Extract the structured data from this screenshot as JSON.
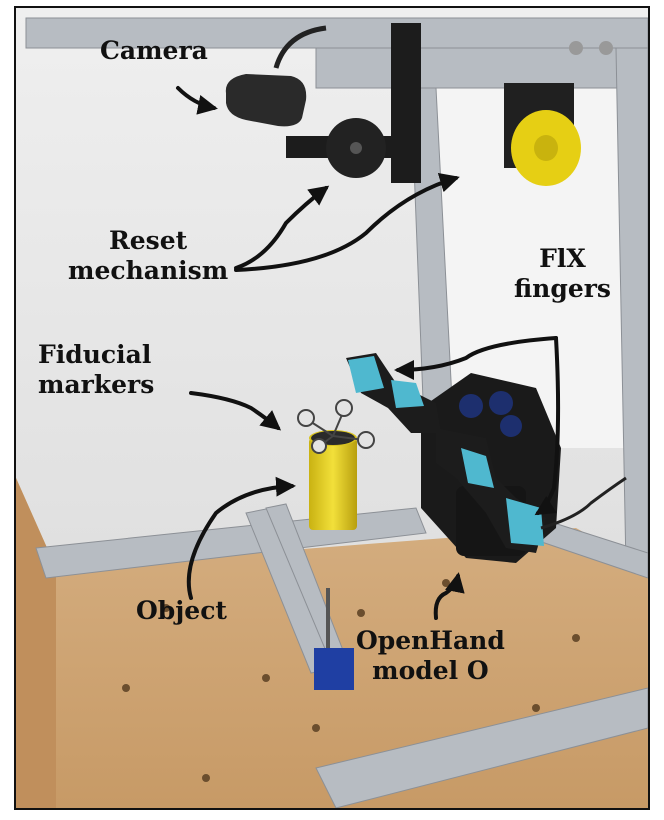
{
  "labels": {
    "camera": "Camera",
    "reset_line1": "Reset",
    "reset_line2": "mechanism",
    "fix_line1": "FlX",
    "fix_line2": "fingers",
    "fiducial_line1": "Fiducial",
    "fiducial_line2": "markers",
    "object": "Object",
    "openhand_line1": "OpenHand",
    "openhand_line2": "model O"
  },
  "colors": {
    "object_yellow": "#e8d420",
    "finger_cyan": "#4fb8cf",
    "bench_wood": "#d9b384",
    "aluminum": "#b7bcc2",
    "arrow": "#111111"
  }
}
